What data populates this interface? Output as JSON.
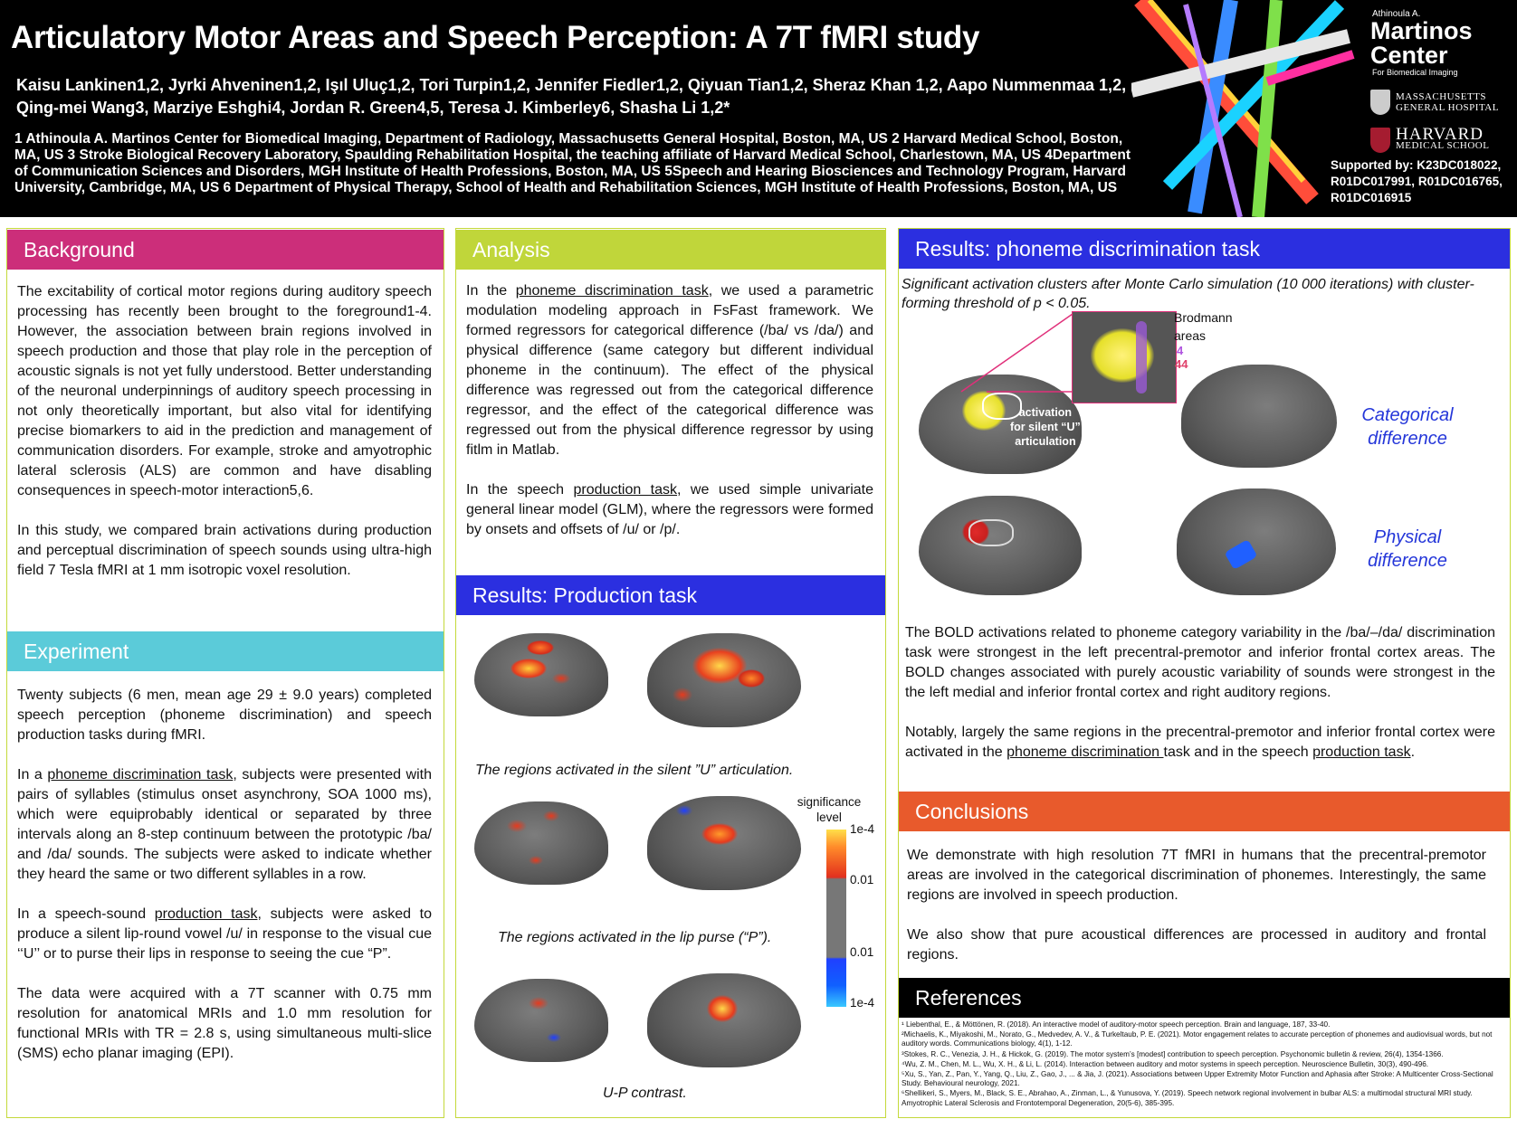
{
  "header": {
    "title": "Articulatory Motor Areas and Speech Perception: A 7T fMRI study",
    "authors": "Kaisu Lankinen1,2, Jyrki Ahveninen1,2, Işıl Uluç1,2, Tori Turpin1,2, Jennifer Fiedler1,2, Qiyuan Tian1,2, Sheraz Khan 1,2, Aapo Nummenmaa 1,2, Qing-mei Wang3, Marziye Eshghi4, Jordan R. Green4,5, Teresa J. Kimberley6, Shasha Li 1,2*",
    "affiliations": "1 Athinoula A. Martinos Center for Biomedical Imaging, Department of Radiology, Massachusetts General Hospital, Boston, MA, US   2 Harvard Medical School, Boston, MA, US   3 Stroke Biological Recovery Laboratory, Spaulding Rehabilitation Hospital, the teaching affiliate of Harvard Medical School, Charlestown, MA, US   4Department of Communication Sciences and Disorders, MGH Institute of Health Professions, Boston, MA, US   5Speech and Hearing Biosciences and Technology Program, Harvard University, Cambridge, MA, US   6 Department of Physical Therapy, School of Health and Rehabilitation Sciences, MGH Institute of Health Professions, Boston, MA, US",
    "logo_small": "Athinoula A.",
    "logo_line1": "Martinos",
    "logo_line2": "Center",
    "logo_sub": "For Biomedical Imaging",
    "mgh_line1": "MASSACHUSETTS",
    "mgh_line2": "GENERAL HOSPITAL",
    "harvard_line1": "HARVARD",
    "harvard_line2": "MEDICAL SCHOOL",
    "supported": "Supported by: K23DC018022, R01DC017991, R01DC016765, R01DC016915"
  },
  "background": {
    "heading": "Background",
    "p1": "The excitability of cortical motor regions during auditory speech processing has recently been brought to the foreground1-4. However, the association between brain regions involved in speech production and those that play role in the perception of acoustic signals is not yet fully understood. Better understanding of the neuronal underpinnings of auditory speech processing in not only theoretically important, but also vital for identifying precise biomarkers to aid in the prediction and management of communication disorders. For example, stroke and amyotrophic lateral sclerosis (ALS) are common and have disabling consequences in speech-motor interaction5,6.",
    "p2": "In this study, we compared brain activations during production and perceptual discrimination of speech sounds using ultra-high field 7 Tesla fMRI at 1 mm isotropic voxel resolution."
  },
  "experiment": {
    "heading": "Experiment",
    "p1": "Twenty subjects (6 men, mean age 29 ± 9.0 years) completed speech perception (phoneme discrimination) and speech production tasks during fMRI.",
    "p2_pre": "In a ",
    "p2_link": "phoneme discrimination task",
    "p2_post": ", subjects were presented with pairs of syllables (stimulus onset asynchrony, SOA 1000 ms), which were equiprobably identical or separated by three intervals along an 8-step continuum between the prototypic /ba/ and /da/ sounds. The subjects were asked to indicate whether they heard the same or two different syllables in a row.",
    "p3_pre": "In a speech-sound ",
    "p3_link": "production task",
    "p3_post": ", subjects were asked to produce a silent lip-round vowel /u/ in response to the visual cue ‘‘U’’ or to purse their lips in response to seeing the cue “P”.",
    "p4": "The data were acquired with a 7T scanner with 0.75 mm resolution for anatomical MRIs and 1.0 mm resolution for functional MRIs with TR = 2.8 s, using simultaneous multi-slice (SMS) echo planar imaging (EPI)."
  },
  "analysis": {
    "heading": "Analysis",
    "p1_pre": "In the ",
    "p1_link": "phoneme discrimination task",
    "p1_post": ", we used a parametric modulation modeling approach in FsFast framework. We formed regressors for categorical difference (/ba/ vs /da/) and physical difference (same category but different individual phoneme in the continuum). The effect of the physical difference was regressed out from the categorical difference regressor, and the effect of the categorical difference was regressed out from the physical difference regressor by using fitlm in Matlab.",
    "p2_pre": "In the speech ",
    "p2_link": "production task",
    "p2_post": ", we used simple univariate general linear model (GLM), where the regressors were formed by onsets and offsets of /u/ or /p/."
  },
  "production": {
    "heading": "Results: Production task",
    "cap1": "The regions activated in the silent ”U” articulation.",
    "cap2": "The regions activated in the lip purse (“P”).",
    "cap3": "U-P contrast.",
    "scale_title1": "significance",
    "scale_title2": "level",
    "scale_labels": [
      "1e-4",
      "0.01",
      "0.01",
      "1e-4"
    ]
  },
  "phoneme": {
    "heading": "Results: phoneme discrimination task",
    "intro": "Significant activation clusters after Monte Carlo  simulation (10 000 iterations) with cluster-forming threshold of p < 0.05.",
    "brodmann1": "Brodmann",
    "brodmann2": "areas",
    "area4": "4",
    "area44": "44",
    "act1": "activation",
    "act2": "for silent “U”",
    "act3": "articulation",
    "cat1": "Categorical",
    "cat2": "difference",
    "phys1": "Physical",
    "phys2": "difference",
    "p1": "The BOLD activations related to phoneme category variability in the /ba/–/da/ discrimination task were strongest in the left precentral-premotor and inferior frontal cortex areas. The BOLD changes associated with purely acoustic variability of sounds were strongest in the the left medial and inferior frontal cortex and right auditory regions.",
    "p2_pre": "Notably, largely the same regions in the precentral-premotor and inferior frontal cortex were activated in the ",
    "p2_link1": "phoneme discrimination ",
    "p2_mid": "task and in the speech ",
    "p2_link2": "production task",
    "p2_post": "."
  },
  "conclusions": {
    "heading": "Conclusions",
    "p1": "We demonstrate with high resolution 7T fMRI in humans that the precentral-premotor areas are involved in the categorical discrimination of phonemes. Interestingly, the same regions are involved in speech production.",
    "p2": "We also show that pure acoustical differences are processed in auditory and frontal regions."
  },
  "references": {
    "heading": "References",
    "items": [
      "¹ Liebenthal, E., & Möttönen, R. (2018). An interactive model of auditory-motor speech perception. Brain and language, 187, 33-40.",
      "²Michaelis, K., Miyakoshi, M., Norato, G., Medvedev, A. V., & Turkeltaub, P. E. (2021). Motor engagement relates to accurate perception of phonemes and audiovisual words, but not auditory words. Communications biology, 4(1), 1-12.",
      "³Stokes, R. C., Venezia, J. H., & Hickok, G. (2019). The motor system’s [modest] contribution to speech perception. Psychonomic bulletin & review, 26(4), 1354-1366.",
      "⁴Wu, Z. M., Chen, M. L., Wu, X. H., & Li, L. (2014). Interaction between auditory and motor systems in speech perception. Neuroscience Bulletin, 30(3), 490-496.",
      "⁵Xu, S., Yan, Z., Pan, Y., Yang, Q., Liu, Z., Gao, J., ... & Jia, J. (2021). Associations between Upper Extremity Motor Function and Aphasia after Stroke: A Multicenter Cross-Sectional Study. Behavioural neurology, 2021.",
      "⁶Shellikeri, S., Myers, M., Black, S. E., Abrahao, A., Zinman, L., & Yunusova, Y. (2019). Speech network regional involvement in bulbar ALS: a multimodal structural MRI study. Amyotrophic Lateral Sclerosis and Frontotemporal Degeneration, 20(5-6), 385-395."
    ]
  },
  "colors": {
    "background_bar": "#cc2e7a",
    "experiment_bar": "#5bcbd9",
    "analysis_bar": "#c0d63a",
    "production_bar": "#2b2fe0",
    "phoneme_bar": "#2b2fe0",
    "conclusions_bar": "#e85a2c",
    "references_bar": "#000000",
    "panel_border": "#c4d93a",
    "label_blue": "#2436d9"
  }
}
